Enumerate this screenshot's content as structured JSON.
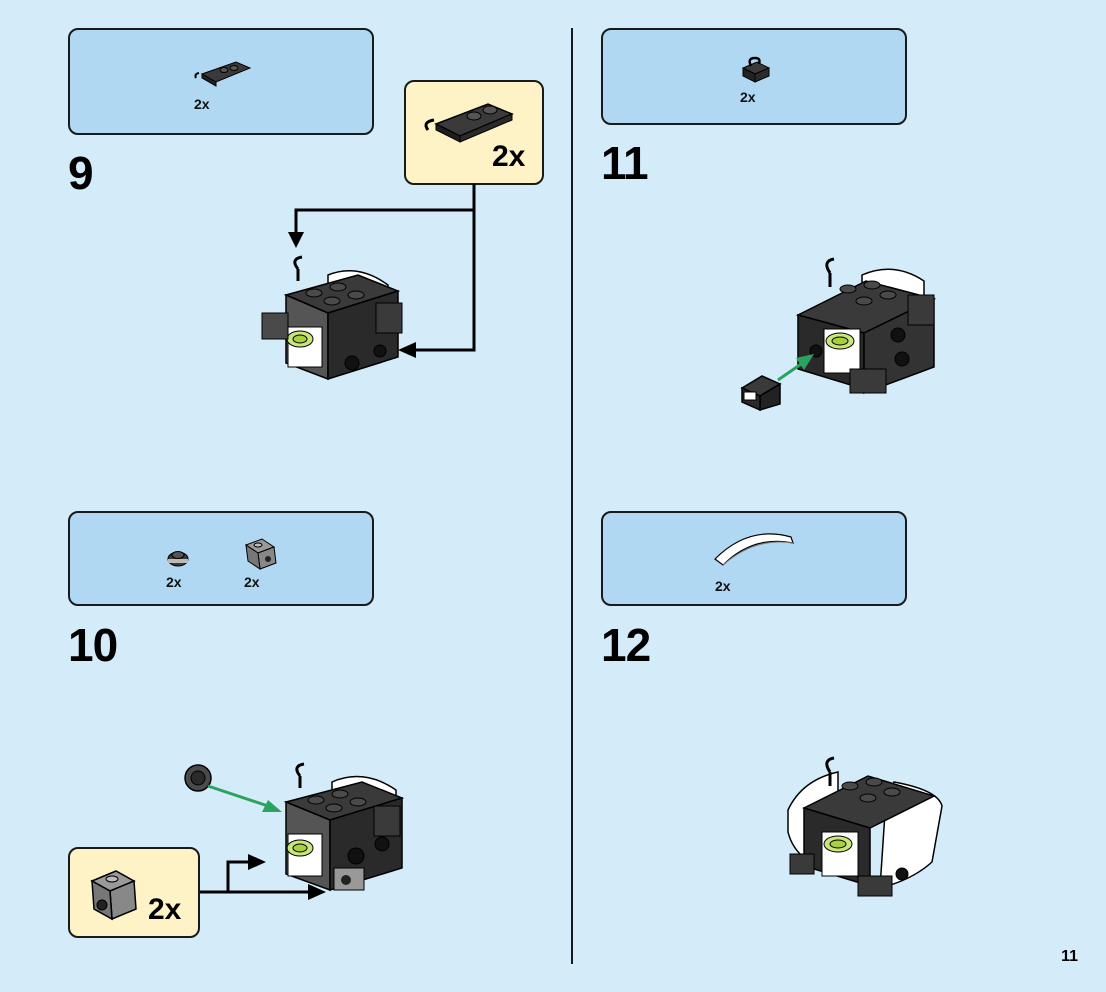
{
  "steps": [
    {
      "number": "9",
      "parts": [
        {
          "qty": "2x",
          "icon": "plate-clip-icon"
        }
      ],
      "callout_qty": "2x"
    },
    {
      "number": "10",
      "parts": [
        {
          "qty": "2x",
          "icon": "round-plate-icon"
        },
        {
          "qty": "2x",
          "icon": "bracket-icon"
        }
      ],
      "callout_qty": "2x"
    },
    {
      "number": "11",
      "parts": [
        {
          "qty": "2x",
          "icon": "clip-plate-icon"
        }
      ]
    },
    {
      "number": "12",
      "parts": [
        {
          "qty": "2x",
          "icon": "curved-slope-icon"
        }
      ]
    }
  ],
  "page_number": "11",
  "colors": {
    "background": "#d4ebfa",
    "parts_panel": "#b1d8f2",
    "callout": "#fdf3c7",
    "arrow_green": "#2ca25f"
  }
}
